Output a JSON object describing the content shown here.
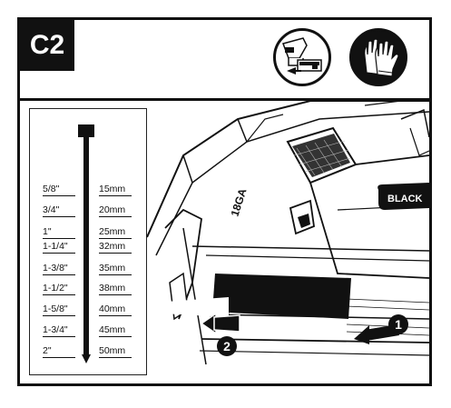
{
  "step": {
    "label": "C2"
  },
  "icons": [
    "battery-removal-icon",
    "gloves-icon"
  ],
  "nail_scale": {
    "rows": [
      {
        "inch": "5/8\"",
        "mm": "15mm"
      },
      {
        "inch": "3/4\"",
        "mm": "20mm"
      },
      {
        "inch": "1\"",
        "mm": "25mm"
      },
      {
        "inch": "1-1/4\"",
        "mm": "32mm"
      },
      {
        "inch": "1-3/8\"",
        "mm": "35mm"
      },
      {
        "inch": "1-1/2\"",
        "mm": "38mm"
      },
      {
        "inch": "1-5/8\"",
        "mm": "40mm"
      },
      {
        "inch": "1-3/4\"",
        "mm": "45mm"
      },
      {
        "inch": "2\"",
        "mm": "50mm"
      }
    ]
  },
  "tool": {
    "gauge_label": "18GA",
    "brand_label": "BLACK"
  },
  "callouts": {
    "one": "1",
    "two": "2"
  }
}
